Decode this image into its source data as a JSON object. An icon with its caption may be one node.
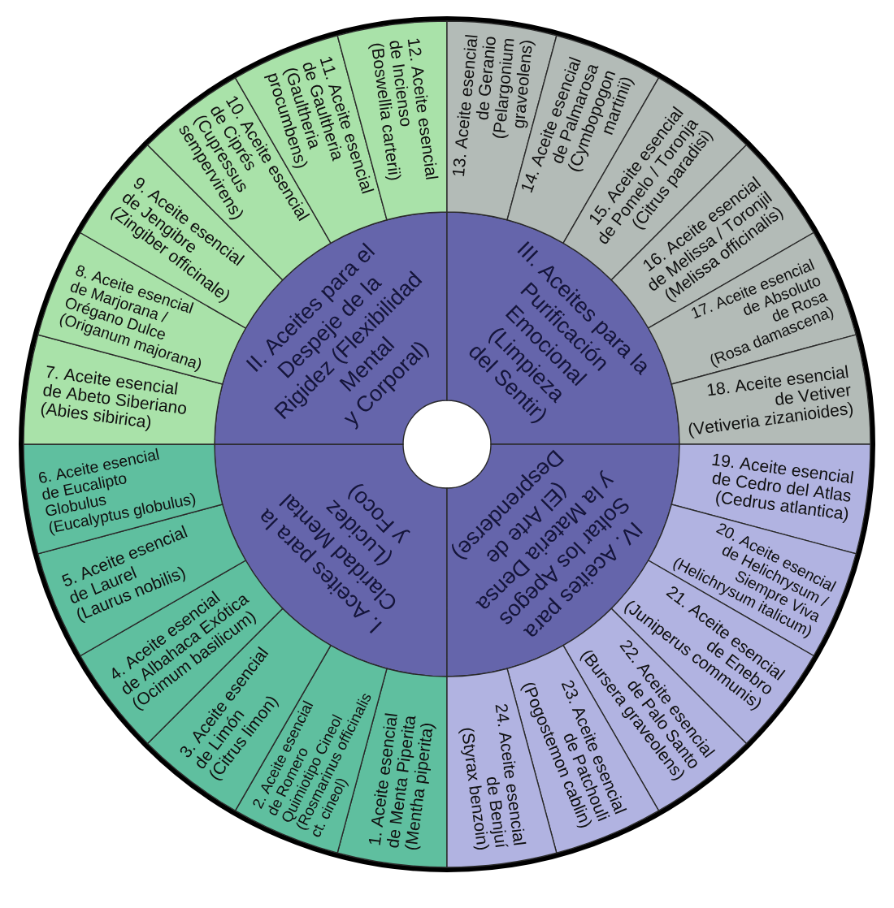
{
  "diagram": {
    "nodes": [
      {
        "text": [
          "I. Aceites para la Claridad Mental (Lucidez y Foco)"
        ]
      },
      {
        "text": [
          "II. Aceites para el Despeje de la Rigidez (Flexibilidad Mental y Corporal)"
        ]
      },
      {
        "text": [
          "III. Aceites para la Purificación Emocional (Limpieza del Sentir)"
        ]
      },
      {
        "text": [
          "IV. Aceites para Soltar los Apegos y la Materia Densa (El Arte de Desprenderse)"
        ]
      },
      {
        "text": [
          "1. Aceite esencial de Menta Piperita (Mentha piperita)"
        ]
      },
      {
        "text": [
          "2. Aceite esencial de Romero Quimiotipo Cineol (Rosmarinus officinalis ct. cineol)"
        ]
      },
      {
        "text": [
          "3. Aceite esencial de Limón (Citrus limon)"
        ]
      },
      {
        "text": [
          "4. Aceite esencial de Albahaca Exótica (Ocimum basilicum)"
        ]
      },
      {
        "text": [
          "5. Aceite esencial de Laurel (Laurus nobilis)"
        ]
      },
      {
        "text": [
          "6. Aceite esencial de Eucalipto Globulus (Eucalyptus globulus)"
        ]
      },
      {
        "text": [
          "7. Aceite esencial de Abeto Siberiano (Abies sibirica)"
        ]
      },
      {
        "text": [
          "8. Aceite esencial de Marjorana / Orégano Dulce (Origanum majorana)"
        ]
      },
      {
        "text": [
          "9. Aceite esencial de Jengibre (Zingiber officinale)"
        ]
      },
      {
        "text": [
          "10. Aceite esencial de Ciprés (Cupressus sempervirens)"
        ]
      },
      {
        "text": [
          "11. Aceite esencial de Gaultheria (Gaultheria procumbens)"
        ]
      },
      {
        "text": [
          "12. Aceite esencial de Incienso (Boswellia carterii)"
        ]
      },
      {
        "text": [
          "13. Aceite esencial de Geranio (Pelargonium graveolens)"
        ]
      },
      {
        "text": [
          "14. Aceite esencial de Palmarosa (Cymbopogon martinii)"
        ]
      },
      {
        "text": [
          "15. Aceite esencial de Pomelo / Toronja (Citrus paradisi)"
        ]
      },
      {
        "text": [
          "16. Aceite esencial de Melissa / Toronjil (Melissa officinalis)"
        ]
      },
      {
        "text": [
          "17. Aceite esencial de Absoluto de Rosa (Rosa damascena)"
        ]
      },
      {
        "text": [
          "18. Aceite esencial de Vetiver (Vetiveria zizanioides)"
        ]
      },
      {
        "text": [
          "19. Aceite esencial de Cedro del Atlas (Cedrus atlantica)"
        ]
      },
      {
        "text": [
          "20. Aceite esencial de Helichrysum / Siempre Viva (Helichrysum italicum)"
        ]
      },
      {
        "text": [
          "21. Aceite esencial de Enebro (Juniperus communis)"
        ]
      },
      {
        "text": [
          "22. Aceite esencial de Palo Santo (Bursera graveolens)"
        ]
      },
      {
        "text": [
          "23. Aceite esencial de Patchouli (Pogostemon cablin)"
        ]
      },
      {
        "text": [
          "24. Aceite esencial de Benjuí (Styrax benzoin)"
        ]
      }
    ]
  }
}
